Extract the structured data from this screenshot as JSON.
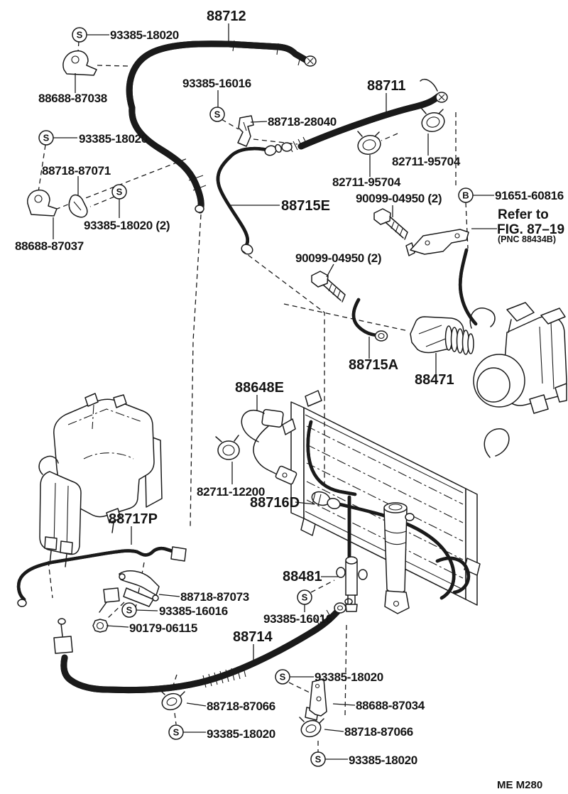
{
  "figure": {
    "type": "parts-diagram",
    "footer_code": "ME M280",
    "symbols": {
      "s": "S",
      "b": "B"
    },
    "note": {
      "line1": "Refer to",
      "line2": "FIG. 87–19",
      "line3": "(PNC 88434B)"
    },
    "labels": [
      {
        "name": "hose-88712",
        "text": "88712"
      },
      {
        "name": "screw-93385-18020-top",
        "text": "93385-18020"
      },
      {
        "name": "bracket-88688-87038",
        "text": "88688-87038"
      },
      {
        "name": "screw-93385-16016-top",
        "text": "93385-16016"
      },
      {
        "name": "clamp-88718-28040",
        "text": "88718-28040"
      },
      {
        "name": "hose-88711",
        "text": "88711"
      },
      {
        "name": "clamp-82711-95704-right",
        "text": "82711-95704"
      },
      {
        "name": "clamp-82711-95704-left",
        "text": "82711-95704"
      },
      {
        "name": "screw-93385-18020-mid",
        "text": "93385-18020"
      },
      {
        "name": "clamp-88718-87071",
        "text": "88718-87071"
      },
      {
        "name": "screw-93385-18020-x2",
        "text": "93385-18020 (2)"
      },
      {
        "name": "bracket-88688-87037",
        "text": "88688-87037"
      },
      {
        "name": "pipe-88715E",
        "text": "88715E"
      },
      {
        "name": "bolt-90099-04950-upper",
        "text": "90099-04950 (2)"
      },
      {
        "name": "bolt-91651-60816",
        "text": "91651-60816"
      },
      {
        "name": "bolt-90099-04950-lower",
        "text": "90099-04950 (2)"
      },
      {
        "name": "pipe-88715A",
        "text": "88715A"
      },
      {
        "name": "part-88471",
        "text": "88471"
      },
      {
        "name": "switch-88648E",
        "text": "88648E"
      },
      {
        "name": "clamp-82711-12200",
        "text": "82711-12200"
      },
      {
        "name": "fitting-88716D",
        "text": "88716D"
      },
      {
        "name": "pipe-88717P",
        "text": "88717P"
      },
      {
        "name": "clamp-88718-87073",
        "text": "88718-87073"
      },
      {
        "name": "screw-93385-16016-left",
        "text": "93385-16016"
      },
      {
        "name": "nut-90179-06115",
        "text": "90179-06115"
      },
      {
        "name": "valve-88481",
        "text": "88481"
      },
      {
        "name": "screw-93385-16016-right",
        "text": "93385-16016"
      },
      {
        "name": "hose-88714",
        "text": "88714"
      },
      {
        "name": "screw-93385-18020-b1",
        "text": "93385-18020"
      },
      {
        "name": "clamp-88718-87066-left",
        "text": "88718-87066"
      },
      {
        "name": "bracket-88688-87034",
        "text": "88688-87034"
      },
      {
        "name": "screw-93385-18020-b2",
        "text": "93385-18020"
      },
      {
        "name": "clamp-88718-87066-right",
        "text": "88718-87066"
      },
      {
        "name": "screw-93385-18020-b3",
        "text": "93385-18020"
      }
    ]
  }
}
